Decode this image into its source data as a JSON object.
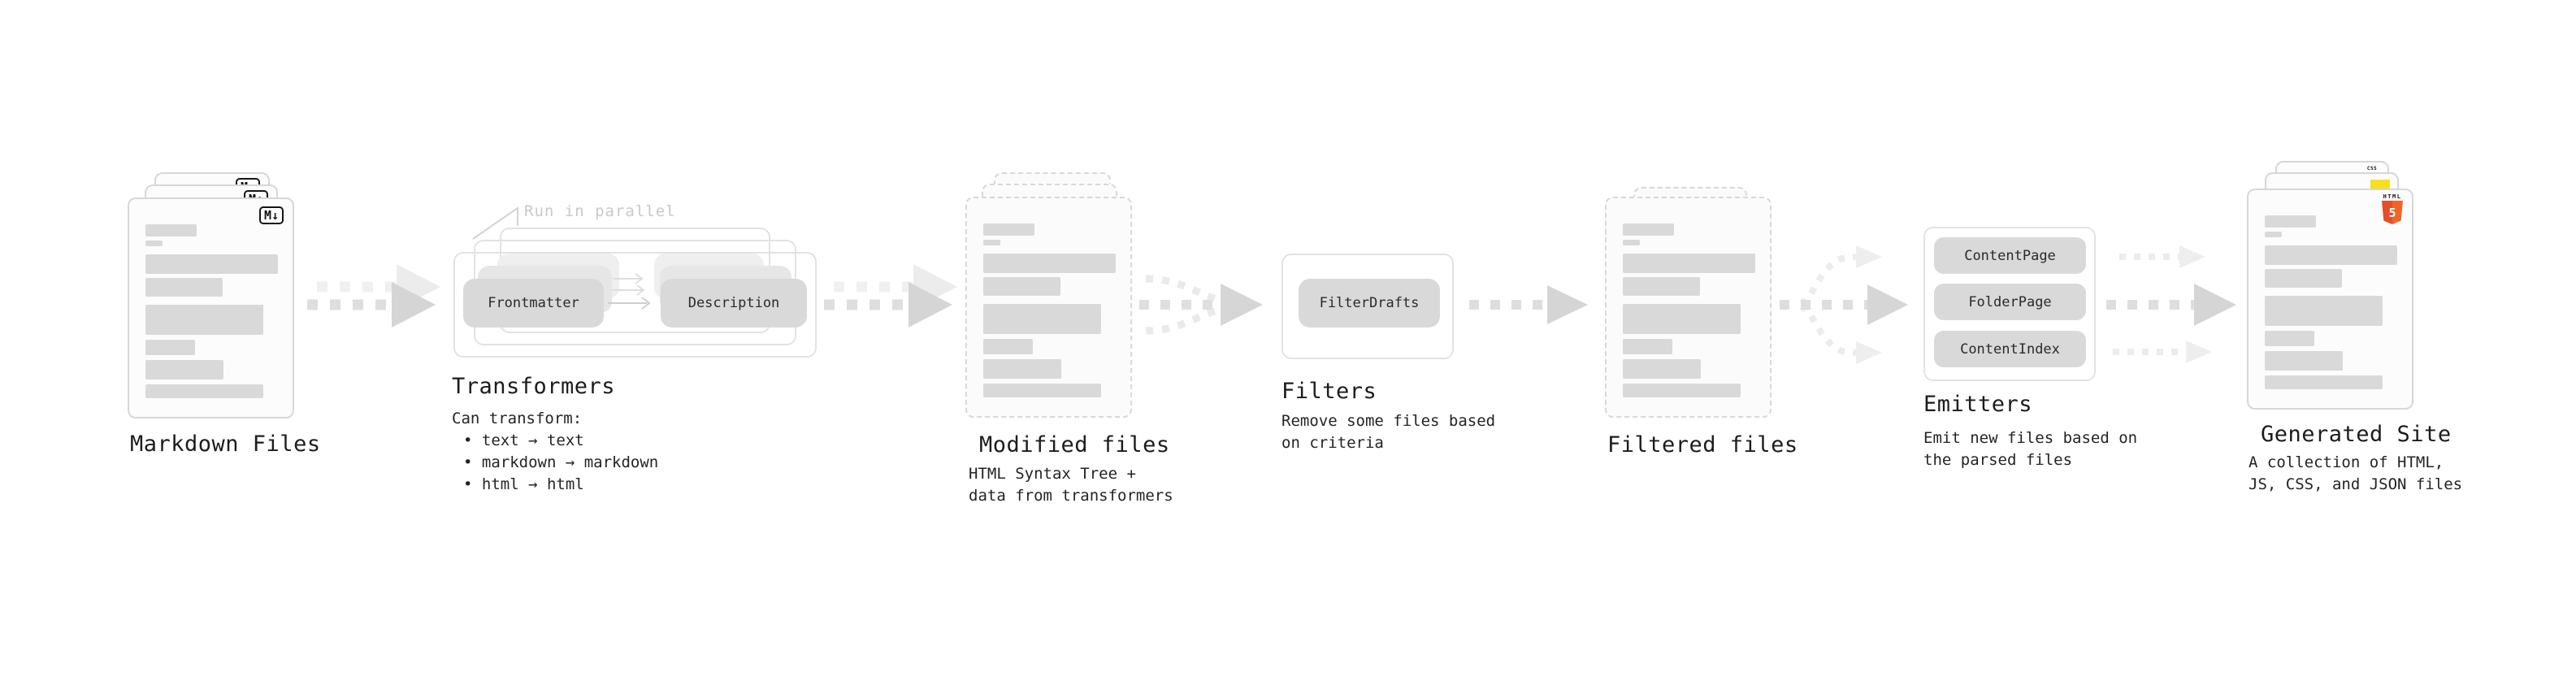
{
  "sections": {
    "markdown_files": {
      "label": "Markdown Files",
      "file_type_badge": "M↓"
    },
    "transformers": {
      "label": "Transformers",
      "annotation": "Run in parallel",
      "pills": [
        "Frontmatter",
        "Description"
      ],
      "description_lines": [
        "Can transform:",
        "• text → text",
        "• markdown → markdown",
        "• html → html"
      ]
    },
    "modified_files": {
      "label": "Modified files",
      "description_lines": [
        "HTML Syntax Tree +",
        "data from transformers"
      ]
    },
    "filters": {
      "label": "Filters",
      "pills": [
        "FilterDrafts"
      ],
      "description_lines": [
        "Remove some files based",
        "on criteria"
      ]
    },
    "filtered_files": {
      "label": "Filtered files"
    },
    "emitters": {
      "label": "Emitters",
      "pills": [
        "ContentPage",
        "FolderPage",
        "ContentIndex"
      ],
      "description_lines": [
        "Emit new files based on",
        "the parsed files"
      ]
    },
    "generated_site": {
      "label": "Generated Site",
      "description_lines": [
        "A collection of HTML,",
        "JS, CSS, and JSON files"
      ],
      "badges": {
        "html5_text": "HTML",
        "html5_number": "5",
        "css_text": "CSS"
      }
    }
  },
  "colors": {
    "background": "#ffffff",
    "card_border": "#d7d7d7",
    "card_fill": "#fcfcfc",
    "placeholder_bar": "#d9d9d9",
    "pill_fill": "#d9d9d9",
    "outline_box_border": "#e2e2e2",
    "arrow": "#dedede",
    "arrow_ghost": "#eeeeee",
    "annotation_text": "#c9c9c9",
    "label_text": "#1c1c1c",
    "markdown_badge_border": "#151515",
    "html5_orange": "#e44d26",
    "js_yellow": "#f7df1e",
    "css_blue": "#2b62f0"
  }
}
